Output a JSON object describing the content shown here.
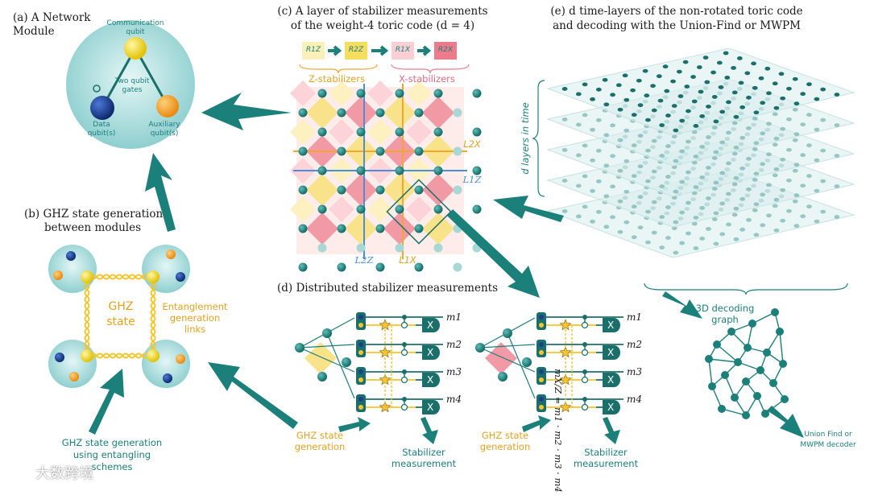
{
  "panel_a": {
    "title": "(a) A Network Module",
    "communication": "Communication qubit",
    "two_qubit": "Two qubit gates",
    "data": "Data qubit(s)",
    "auxiliary": "Auxiliary qubit(s)"
  },
  "panel_b": {
    "title_line1": "(b) GHZ state generation",
    "title_line2": "between modules",
    "ghz": "GHZ state",
    "entanglement": "Entanglement generation links",
    "caption_line1": "GHZ state generation",
    "caption_line2": "using entangling",
    "caption_line3": "schemes"
  },
  "panel_c": {
    "title_line1": "(c) A layer of stabilizer measurements",
    "title_line2": "of the weight-4 toric code (d = 4)",
    "z_stab": "Z-stabilizers",
    "x_stab": "X-stabilizers",
    "r1z": "R1Z",
    "r2z": "R2Z",
    "r1x": "R1X",
    "r2x": "R2X",
    "l2x": "L2X",
    "l1z": "L1Z",
    "l2z": "L2Z",
    "l1x": "L1X"
  },
  "panel_d": {
    "title": "(d) Distributed stabilizer measurements",
    "m1": "m1",
    "m2": "m2",
    "m3": "m3",
    "m4": "m4",
    "x_gate": "X",
    "formula": "mX/Z = m1 · m2 · m3 · m4",
    "ghz_gen": "GHZ state generation",
    "stab_meas": "Stabilizer measurement"
  },
  "panel_e": {
    "title_line1": "(e) d time-layers of the non-rotated toric code",
    "title_line2": "and decoding with the Union-Find or MWPM",
    "d_layers": "d layers in time",
    "decoding_graph": "3D decoding graph",
    "decoder": "Union Find or MWPM decoder"
  },
  "watermark": "大数跨境",
  "colors": {
    "teal": "#1b7f7a",
    "orange": "#f2a531",
    "yellow": "#f5d447",
    "pink": "#ec7b8b",
    "blue": "#1d3f8f",
    "bubble": "#a9dcdc"
  }
}
